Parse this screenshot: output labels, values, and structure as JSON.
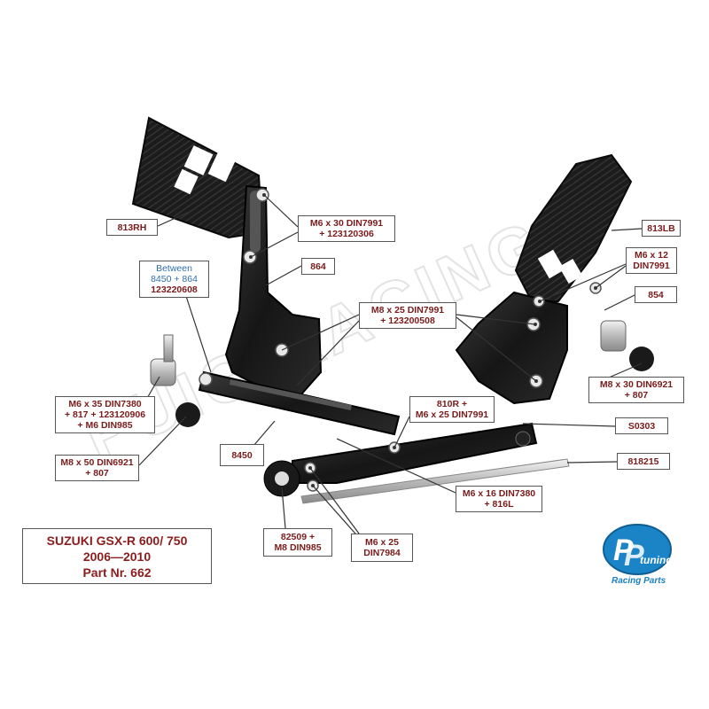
{
  "watermark": "PUIG RACING",
  "title": {
    "line1": "SUZUKI GSX-R 600/ 750",
    "line2": "2006—2010",
    "line3": "Part Nr. 662"
  },
  "logo": {
    "brand": "tuning",
    "tagline": "Racing Parts",
    "accent": "#1b84c6"
  },
  "labels": {
    "l813rh": [
      "813RH"
    ],
    "screws_m6x30": [
      "M6 x 30 DIN7991",
      "+ 123120306"
    ],
    "between": [
      "Between",
      "8450 + 864",
      "123220608"
    ],
    "l864": [
      "864"
    ],
    "m8x25": [
      "M8 x 25 DIN7991",
      "+ 123200508"
    ],
    "l813lb": [
      "813LB"
    ],
    "m6x12": [
      "M6 x 12",
      "DIN7991"
    ],
    "l854": [
      "854"
    ],
    "m8x30": [
      "M8 x 30 DIN6921",
      "+ 807"
    ],
    "m6x35": [
      "M6 x 35 DIN7380",
      "+ 817 + 123120906",
      "+ M6 DIN985"
    ],
    "l810r": [
      "810R +",
      "M6 x 25 DIN7991"
    ],
    "s0303": [
      "S0303"
    ],
    "m8x50": [
      "M8 x 50 DIN6921",
      "+ 807"
    ],
    "l8450": [
      "8450"
    ],
    "l818215": [
      "818215"
    ],
    "m6x16": [
      "M6 x 16 DIN7380",
      "+ 816L"
    ],
    "l82509": [
      "82509 +",
      "M8 DIN985"
    ],
    "m6x25": [
      "M6 x 25",
      "DIN7984"
    ]
  }
}
